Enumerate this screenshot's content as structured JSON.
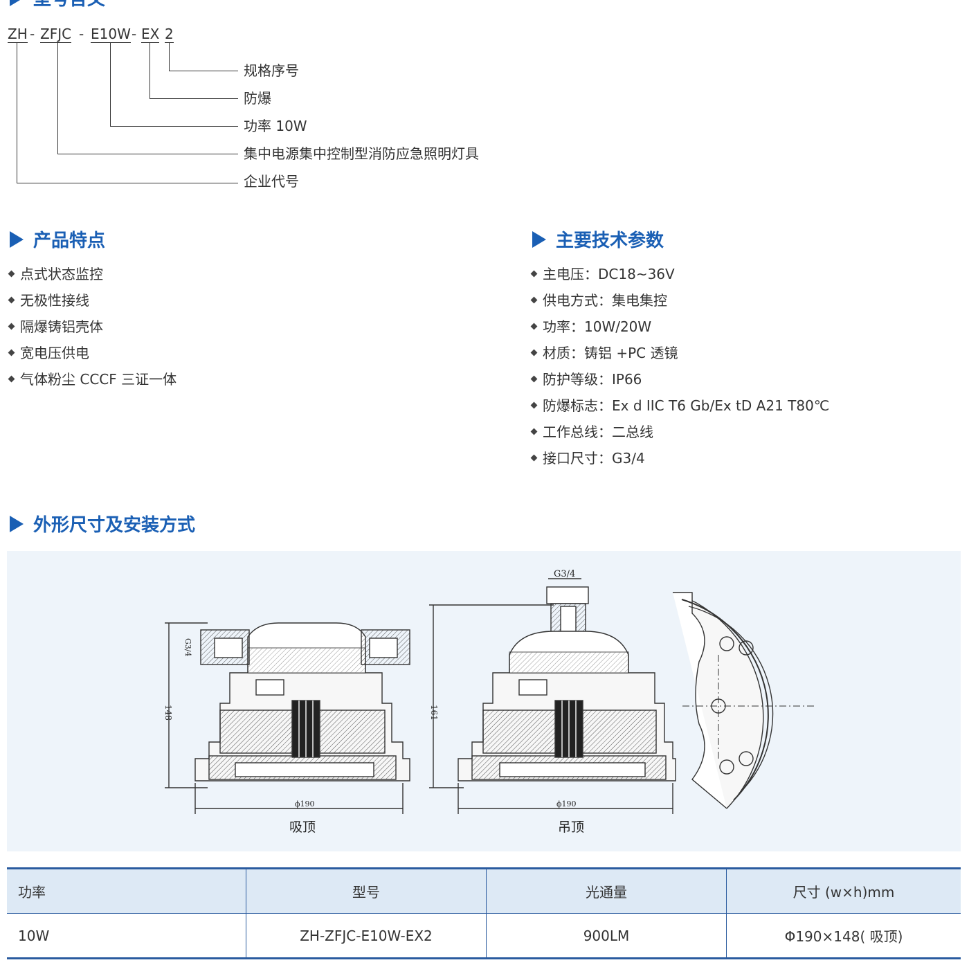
{
  "model_section": {
    "title": "型号含义",
    "code_parts": [
      "ZH",
      "-",
      "ZFJC",
      "-",
      "E10W",
      "-",
      "EX",
      "2"
    ],
    "labels": [
      "规格序号",
      "防爆",
      "功率 10W",
      "集中电源集中控制型消防应急照明灯具",
      "企业代号"
    ]
  },
  "features": {
    "title": "产品特点",
    "items": [
      "点式状态监控",
      "无极性接线",
      "隔爆铸铝壳体",
      "宽电压供电",
      "气体粉尘 CCCF 三证一体"
    ]
  },
  "specs": {
    "title": "主要技术参数",
    "items": [
      "主电压：DC18~36V",
      "供电方式：集电集控",
      "功率：10W/20W",
      "材质：铸铝 +PC 透镜",
      "防护等级：IP66",
      "防爆标志：Ex d IIC T6 Gb/Ex tD A21 T80℃",
      "工作总线：二总线",
      "接口尺寸：G3/4"
    ]
  },
  "dimensions": {
    "title": "外形尺寸及安装方式",
    "left_caption": "吸顶",
    "middle_caption": "吊顶",
    "left_height": "148",
    "middle_height": "161",
    "diameter": "ϕ190",
    "thread": "G3/4"
  },
  "table": {
    "headers": [
      "功率",
      "型号",
      "光通量",
      "尺寸 (w×h)mm"
    ],
    "rows": [
      [
        "10W",
        "ZH-ZFJC-E10W-EX2",
        "900LM",
        "Φ190×148( 吸顶)"
      ]
    ]
  },
  "colors": {
    "accent": "#1a5fb4",
    "table_border": "#2a5b9f",
    "table_header_bg": "#dde9f5",
    "panel_bg": "#eef4fa"
  }
}
